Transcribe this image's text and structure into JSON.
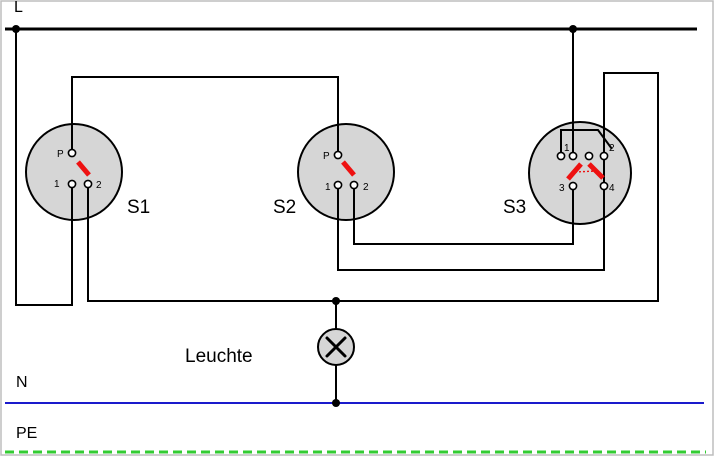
{
  "buses": {
    "L": "L",
    "N": "N",
    "PE": "PE"
  },
  "colors": {
    "L": "#000000",
    "N": "#1a1acc",
    "PE": "#33cc33",
    "contact": "#ee1111",
    "switch_fill": "#d6d6d6"
  },
  "switches": {
    "s1": {
      "label": "S1",
      "terminals": [
        "P",
        "1",
        "2"
      ]
    },
    "s2": {
      "label": "S2",
      "terminals": [
        "P",
        "1",
        "2"
      ]
    },
    "s3": {
      "label": "S3",
      "terminals": [
        "1",
        "2",
        "3",
        "4"
      ]
    }
  },
  "lamp": {
    "label": "Leuchte",
    "icon": "lamp-x-icon"
  }
}
